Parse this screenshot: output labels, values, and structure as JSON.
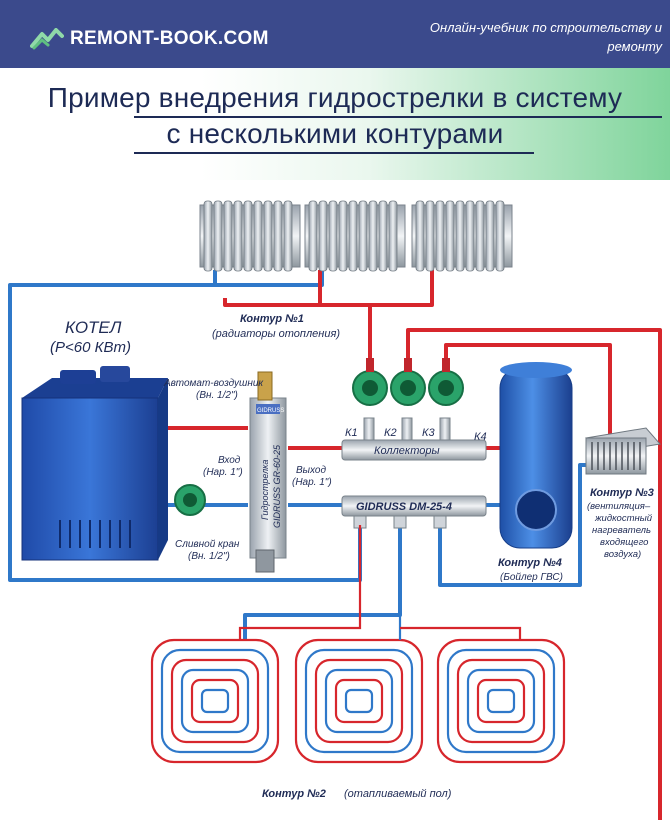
{
  "header": {
    "logo_text": "REMONT-BOOK.COM",
    "tagline": "Онлайн-учебник по строительству и ремонту",
    "colors": {
      "band": "#3b4a8c",
      "accent": "#7fd49b"
    }
  },
  "title": {
    "line1": "Пример внедрения гидрострелки в систему",
    "line2": "с несколькими контурами"
  },
  "diagram": {
    "boiler_title": "КОТЕЛ",
    "boiler_power": "(P<60 КВт)",
    "air_vent_label": "Автомат-воздушник",
    "air_vent_size": "(Вн. 1/2\")",
    "inlet_label": "Вход",
    "inlet_size": "(Нар. 1\")",
    "outlet_label": "Выход",
    "outlet_size": "(Нар. 1\")",
    "drain_label": "Сливной кран",
    "drain_size": "(Вн. 1/2\")",
    "hydro_name": "Гидрострелка",
    "hydro_model": "GIDRUSS GR-60-25",
    "hydro_badge": "GIDRUSS",
    "collector_label": "Коллекторы",
    "collector_model": "GIDRUSS DM-25-4",
    "k1": "К1",
    "k2": "К2",
    "k3": "К3",
    "k4": "К4",
    "circuit1_title": "Контур №1",
    "circuit1_desc": "(радиаторы отопления)",
    "circuit2_title": "Контур №2",
    "circuit2_desc": "(отапливаемый пол)",
    "circuit3_title": "Контур №3",
    "circuit3_l1": "(вентиляция–",
    "circuit3_l2": "жидкостный",
    "circuit3_l3": "нагреватель",
    "circuit3_l4": "входящего",
    "circuit3_l5": "воздуха)",
    "circuit4_title": "Контур №4",
    "circuit4_desc": "(Бойлер ГВС)",
    "colors": {
      "hot": "#d7262c",
      "cold": "#2f78c9",
      "boiler": "#2a5fc0",
      "pump": "#2aa36a"
    }
  }
}
